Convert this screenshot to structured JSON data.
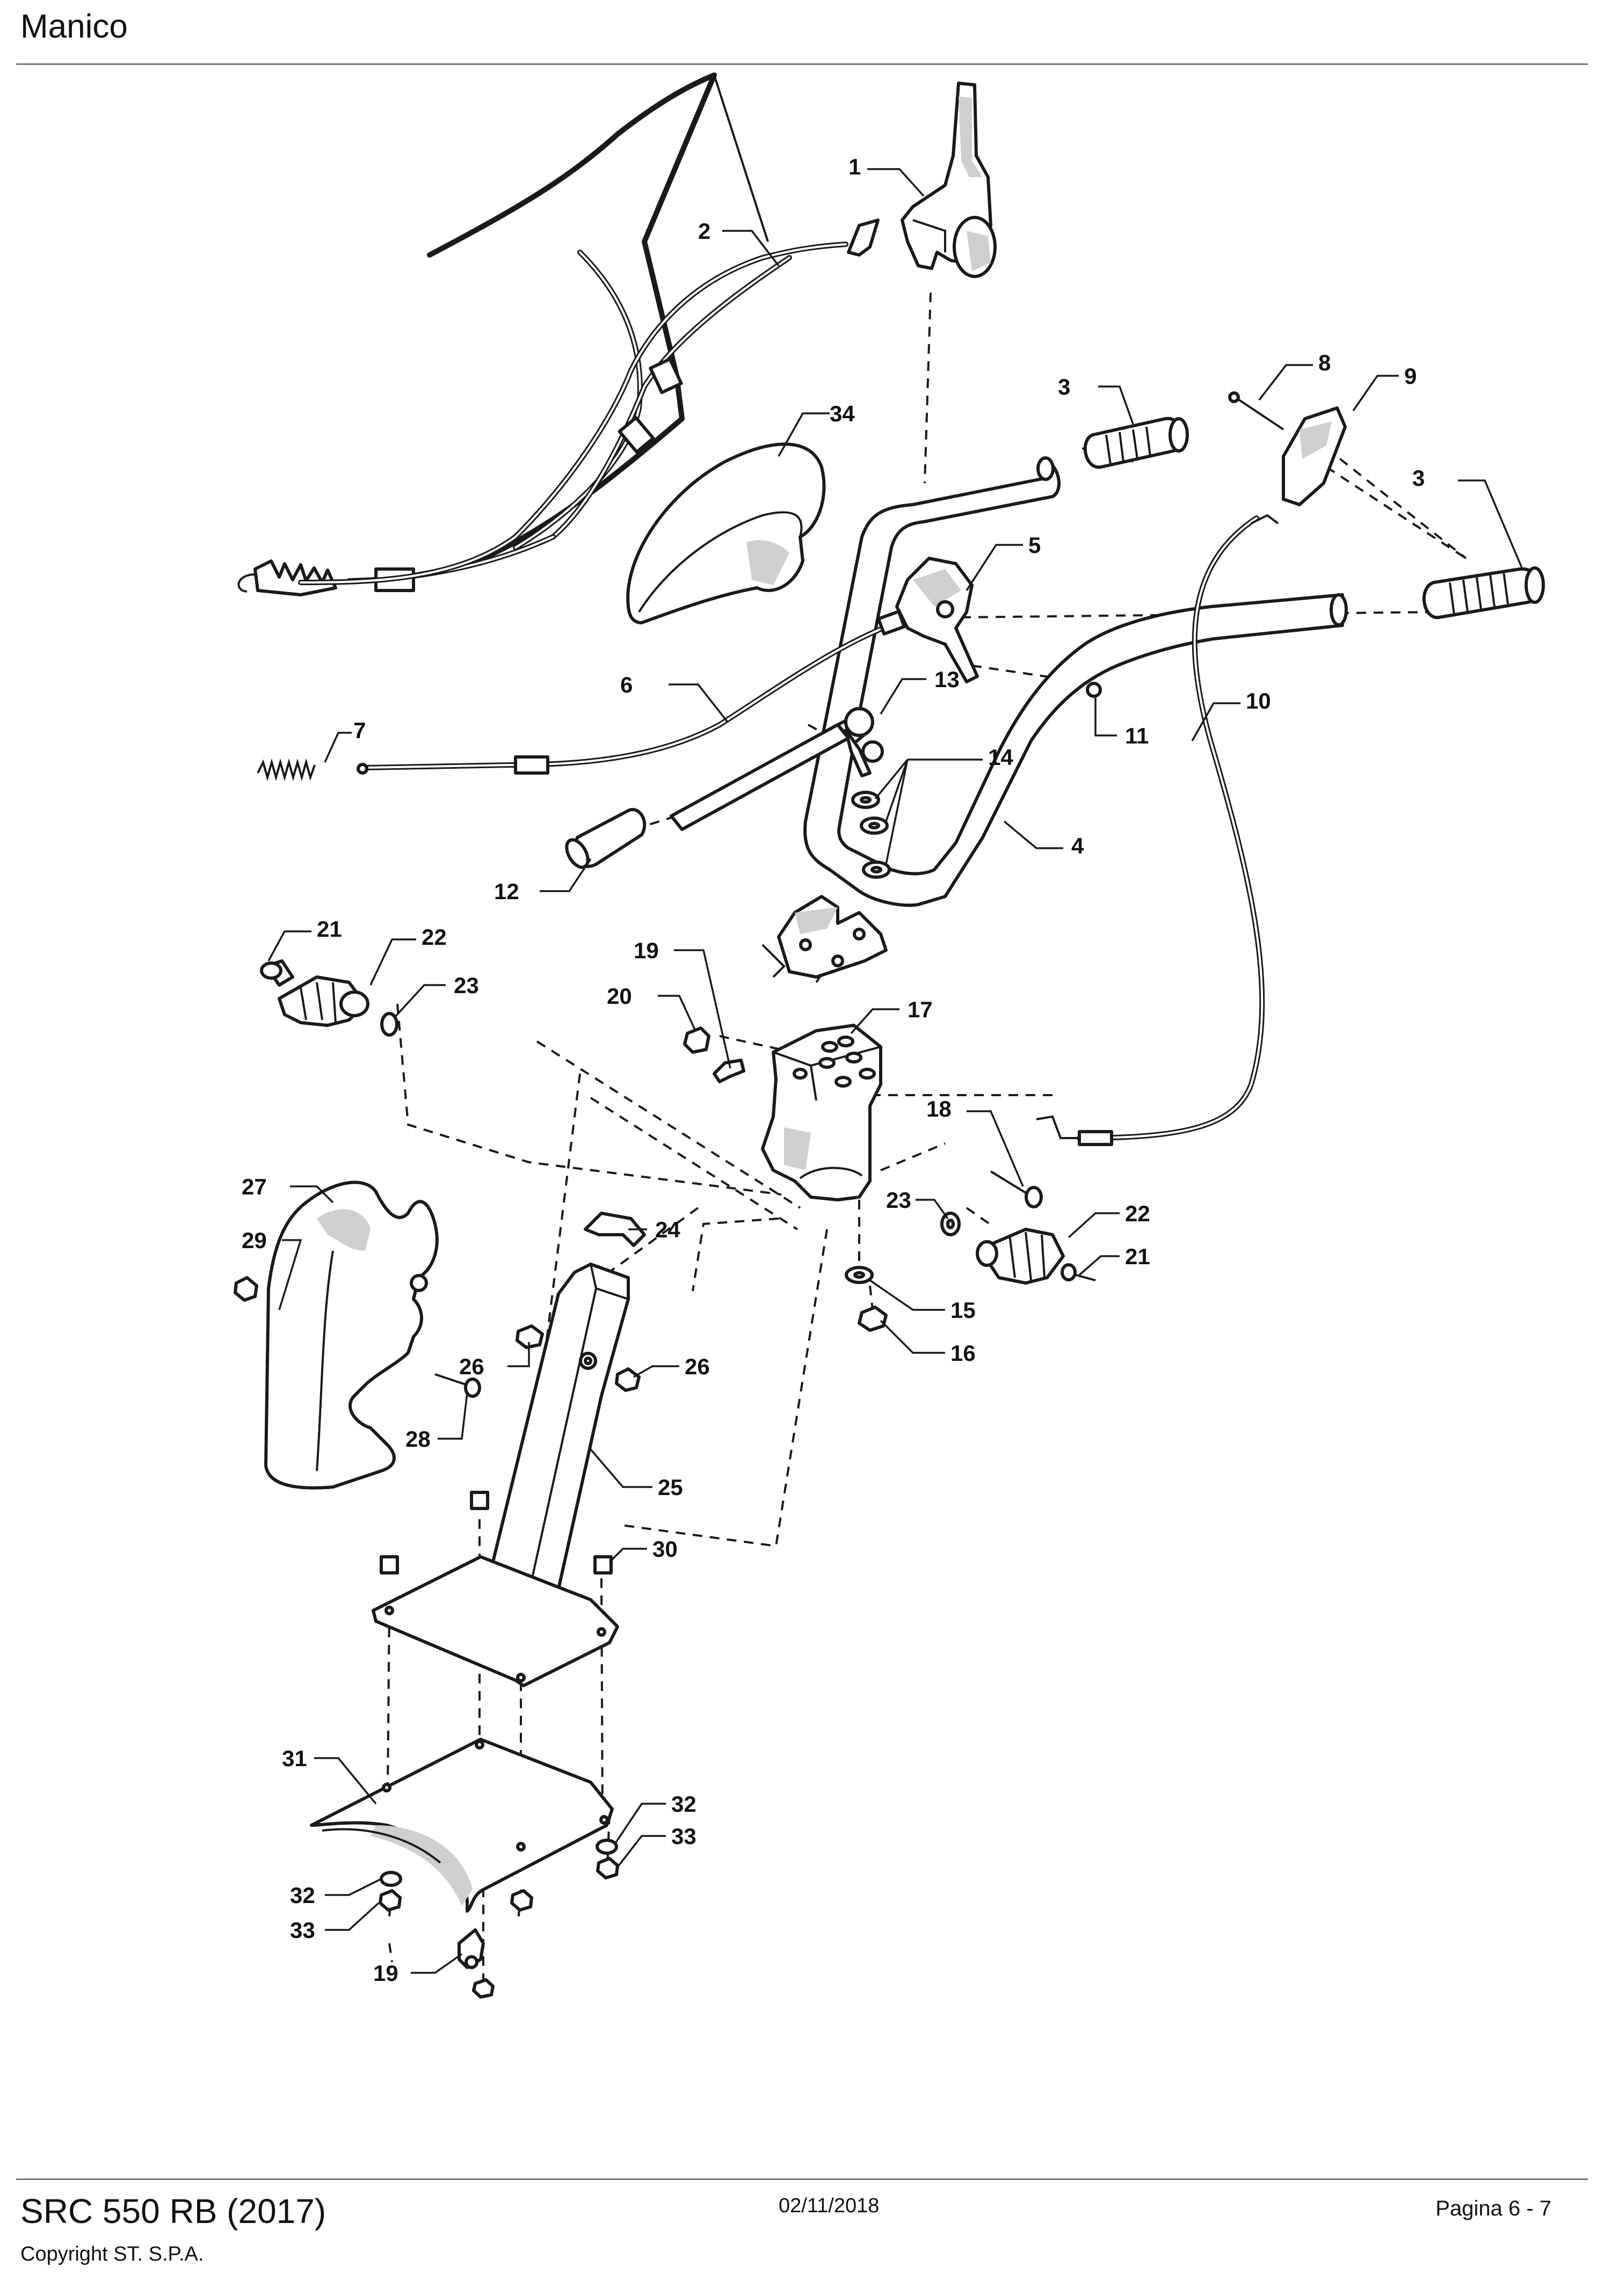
{
  "header": {
    "title": "Manico"
  },
  "footer": {
    "model": "SRC 550 RB (2017)",
    "copyright": "Copyright ST. S.P.A.",
    "date": "02/11/2018",
    "page": "Pagina 6 - 7"
  },
  "callouts": [
    "1",
    "2",
    "3",
    "3",
    "4",
    "5",
    "6",
    "7",
    "8",
    "9",
    "10",
    "11",
    "12",
    "13",
    "14",
    "17",
    "19",
    "20",
    "21",
    "22",
    "23",
    "18",
    "23",
    "22",
    "21",
    "15",
    "16",
    "24",
    "25",
    "26",
    "26",
    "27",
    "28",
    "29",
    "30",
    "31",
    "32",
    "33",
    "32",
    "33",
    "19",
    "34"
  ]
}
